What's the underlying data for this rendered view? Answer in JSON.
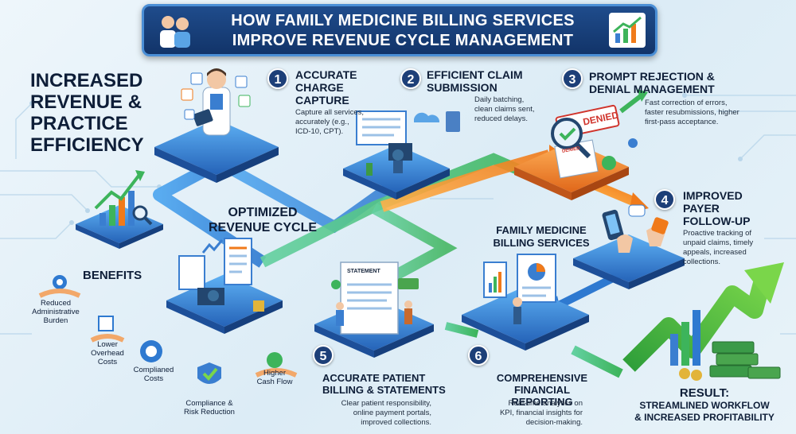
{
  "banner": {
    "title_line1": "HOW FAMILY MEDICINE BILLING SERVICES",
    "title_line2": "IMPROVE REVENUE CYCLE MANAGEMENT"
  },
  "heading": {
    "line1": "INCREASED",
    "line2": "REVENUE &",
    "line3": "PRACTICE",
    "line4": "EFFICIENCY"
  },
  "center": {
    "optimized_line1": "OPTIMIZED",
    "optimized_line2": "REVENUE CYCLE",
    "family_line1": "FAMILY MEDICINE",
    "family_line2": "BILLING SERVICES"
  },
  "steps": [
    {
      "number": "1",
      "title_line1": "ACCURATE",
      "title_line2": "CHARGE",
      "title_line3": "CAPTURE",
      "desc_line1": "Capture all services,",
      "desc_line2": "accurately (e.g.,",
      "desc_line3": "ICD-10, CPT)."
    },
    {
      "number": "2",
      "title_line1": "EFFICIENT CLAIM",
      "title_line2": "SUBMISSION",
      "desc_line1": "Daily batching,",
      "desc_line2": "clean claims sent,",
      "desc_line3": "reduced delays."
    },
    {
      "number": "3",
      "title_line1": "PROMPT REJECTION &",
      "title_line2": "DENIAL MANAGEMENT",
      "desc_line1": "Fast correction of errors,",
      "desc_line2": "faster resubmissions, higher",
      "desc_line3": "first-pass acceptance."
    },
    {
      "number": "4",
      "title_line1": "IMPROVED",
      "title_line2": "PAYER",
      "title_line3": "FOLLOW-UP",
      "desc_line1": "Proactive tracking of",
      "desc_line2": "unpaid claims, timely",
      "desc_line3": "appeals, increased",
      "desc_line4": "collections."
    },
    {
      "number": "5",
      "title_line1": "ACCURATE PATIENT",
      "title_line2": "BILLING & STATEMENTS",
      "desc_line1": "Clear patient responsibility,",
      "desc_line2": "online payment portals,",
      "desc_line3": "improved collections."
    },
    {
      "number": "6",
      "title_line1": "COMPREHENSIVE",
      "title_line2": "FINANCIAL REPORTING",
      "desc_line1": "Real-time analytics on",
      "desc_line2": "KPI, financial insights for",
      "desc_line3": "decision-making."
    }
  ],
  "benefits": {
    "title": "BENEFITS",
    "items": [
      {
        "line1": "Reduced",
        "line2": "Administrative",
        "line3": "Burden"
      },
      {
        "line1": "Lower",
        "line2": "Overhead",
        "line3": "Costs"
      },
      {
        "line1": "Complianed",
        "line2": "Costs"
      },
      {
        "line1": "Higher",
        "line2": "Cash Flow"
      },
      {
        "line1": "Compliance &",
        "line2": "Risk Reduction"
      }
    ]
  },
  "props": {
    "statement": "STATEMENT",
    "denied": "DENIED",
    "denied_small": "DENIED"
  },
  "result": {
    "line1": "RESULT:",
    "line2": "STREAMLINED WORKFLOW",
    "line3": "& INCREASED PROFITABILITY"
  },
  "colors": {
    "banner": "#123469",
    "accent_blue": "#2b7bd8",
    "accent_green": "#3fb34f",
    "accent_orange": "#f28a1e",
    "dark_text": "#0e1e38"
  }
}
